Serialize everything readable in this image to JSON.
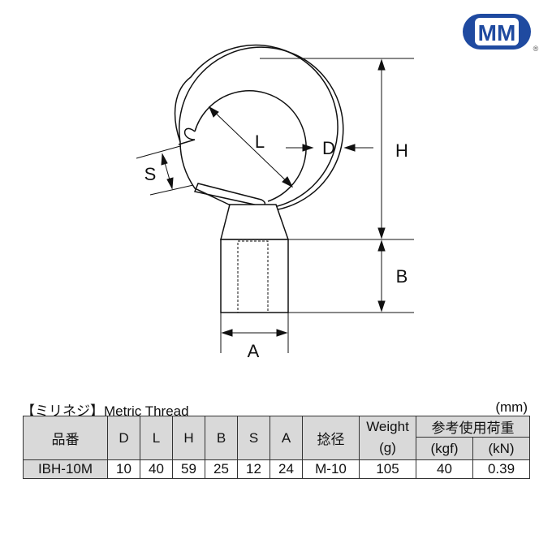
{
  "logo": {
    "text": "MM",
    "registered": "®",
    "color": "#1f4aa0"
  },
  "drawing": {
    "labels": {
      "L": "L",
      "D": "D",
      "H": "H",
      "S": "S",
      "B": "B",
      "A": "A"
    }
  },
  "table": {
    "caption": "【ミリネジ】Metric Thread",
    "unit": "(mm)",
    "headers": {
      "part": "品番",
      "D": "D",
      "L": "L",
      "H": "H",
      "B": "B",
      "S": "S",
      "A": "A",
      "thread": "捻径",
      "weight": "Weight",
      "weight_unit": "(g)",
      "load": "参考使用荷重",
      "kgf": "(kgf)",
      "kn": "(kN)"
    },
    "rows": [
      {
        "part": "IBH-10M",
        "D": "10",
        "L": "40",
        "H": "59",
        "B": "25",
        "S": "12",
        "A": "24",
        "thread": "M-10",
        "weight": "105",
        "kgf": "40",
        "kn": "0.39"
      }
    ]
  }
}
